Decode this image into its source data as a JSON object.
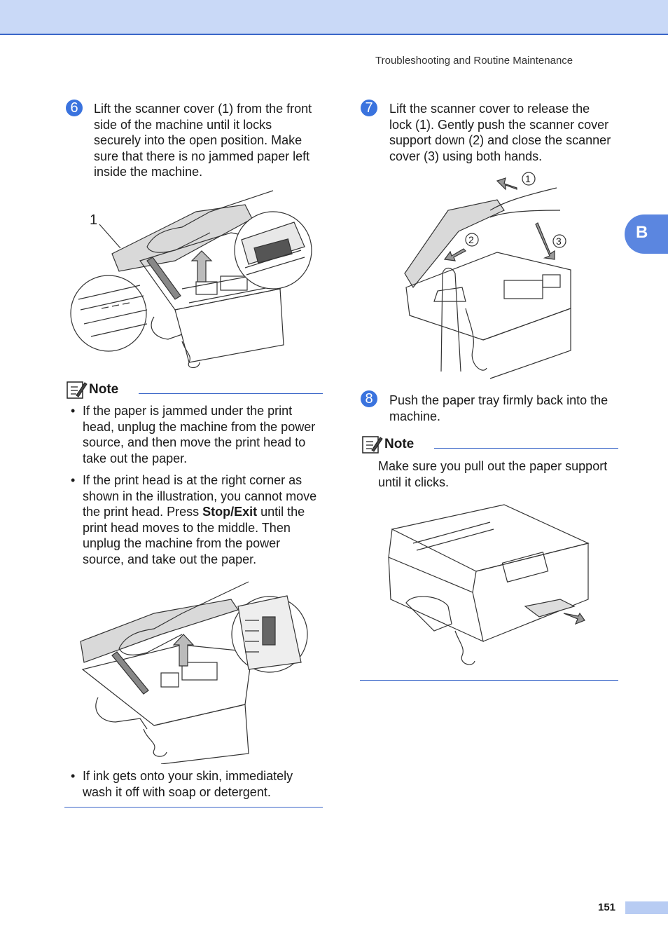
{
  "header": {
    "title": "Troubleshooting and Routine Maintenance"
  },
  "side_tab": {
    "letter": "B"
  },
  "step6": {
    "number": "6",
    "lines": [
      "Lift the scanner cover (1) from the front",
      "side of the machine until it locks",
      "securely into the open position. Make",
      "sure that there is no jammed paper left",
      "inside the machine."
    ],
    "callout": "1"
  },
  "note1": {
    "label": "Note",
    "bullet1": [
      "If the paper is jammed under the print",
      "head, unplug the machine from the power",
      "source, and then move the print head to",
      "take out the paper."
    ],
    "bullet2_lines": [
      "If the print head is at the right corner as",
      "shown in the illustration, you cannot move"
    ],
    "bullet2_pre": "the print head. Press ",
    "bullet2_bold": "Stop/Exit",
    "bullet2_post": " until the",
    "bullet2_rest": [
      "print head moves to the middle. Then",
      "unplug the machine from the power",
      "source, and take out the paper."
    ],
    "bullet3": [
      "If ink gets onto your skin, immediately",
      "wash it off with soap or detergent."
    ]
  },
  "step7": {
    "number": "7",
    "lines": [
      "Lift the scanner cover to release the",
      "lock (1). Gently push the scanner cover",
      "support down (2) and close the scanner",
      "cover (3) using both hands."
    ],
    "callouts": [
      "1",
      "2",
      "3"
    ]
  },
  "step8": {
    "number": "8",
    "lines": [
      "Push the paper tray firmly back into the",
      "machine."
    ]
  },
  "note2": {
    "label": "Note",
    "lines": [
      "Make sure you pull out the paper support",
      "until it clicks."
    ]
  },
  "bullet_char": "•",
  "page_number": "151",
  "colors": {
    "accent": "#3a66c8",
    "header_band": "#c9d9f7",
    "tab": "#5b86e0",
    "badge": "#3a73de"
  }
}
